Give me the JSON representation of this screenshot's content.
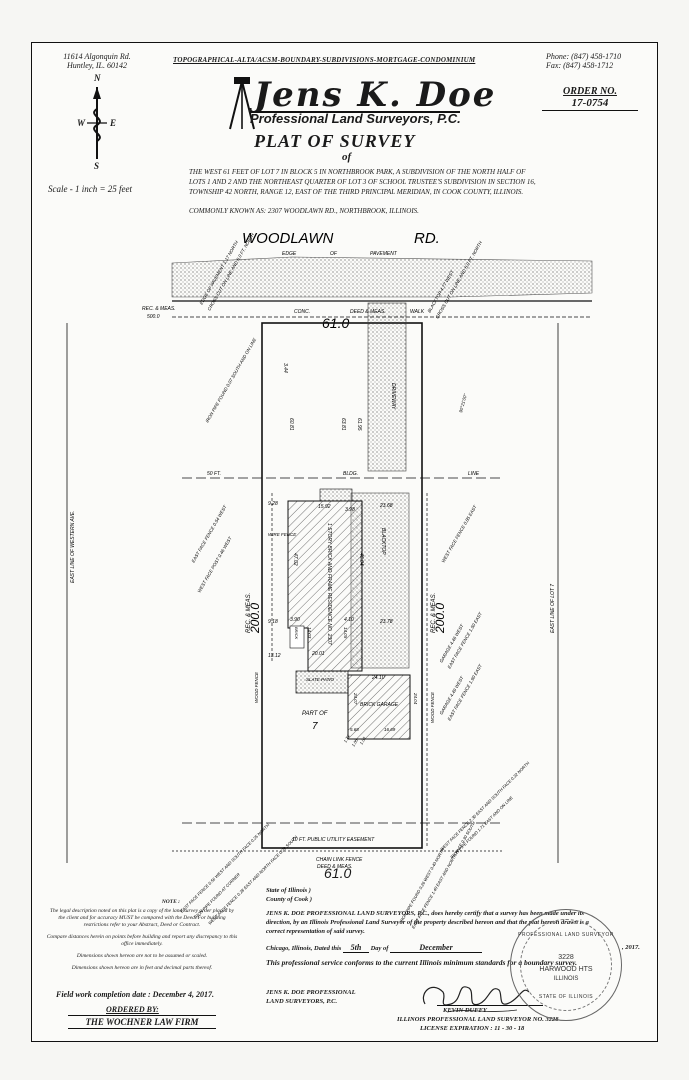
{
  "header": {
    "address_line1": "11614 Algonquin Rd.",
    "address_line2": "Huntley, IL. 60142",
    "topo_line": "TOPOGRAPHICAL-ALTA/ACSM-BOUNDARY-SUBDIVISIONS-MORTGAGE-CONDOMINIUM",
    "phone": "Phone: (847) 458-1710",
    "fax": "Fax: (847) 458-1712",
    "company_name": "Jens K. Doe",
    "company_sub": "Professional Land Surveyors, P.C.",
    "plat_title": "PLAT OF SURVEY",
    "of": "of",
    "order_label": "ORDER NO.",
    "order_number": "17-0754"
  },
  "compass": {
    "n": "N",
    "s": "S",
    "e": "E",
    "w": "W",
    "scale": "Scale - 1 inch = 25 feet"
  },
  "legal": {
    "line1": "THE WEST 61 FEET OF LOT 7 IN BLOCK 5 IN NORTHBROOK PARK, A SUBDIVISION OF THE NORTH HALF OF",
    "line2": "LOTS 1 AND 2 AND THE NORTHEAST QUARTER OF LOT 3 OF SCHOOL TRUSTEE'S SUBDIVISION IN SECTION 16,",
    "line3": "TOWNSHIP 42 NORTH, RANGE 12, EAST OF THE THIRD PRINCIPAL MERIDIAN, IN COOK COUNTY, ILLINOIS.",
    "common": "COMMONLY KNOWN AS: 2307 WOODLAWN RD., NORTHBROOK, ILLINOIS."
  },
  "plat": {
    "road_a": "WOODLAWN",
    "road_b": "RD.",
    "edge_of_pavement": [
      "EDGE",
      "OF",
      "PAVEMENT"
    ],
    "conc": "CONC.",
    "deed_meas": "DEED & MEAS.",
    "walk": "WALK",
    "front_width": "61.0",
    "rear_width": "61.0",
    "rec_meas": "REC. & MEAS.",
    "rec_500": "500.0",
    "side_depth": "200.0",
    "fifty_ft": "50 FT.",
    "bldg": "BLDG.",
    "line": "LINE",
    "driveway": "DRIVEWAY",
    "blacktop": "BLACKTOP",
    "residence": "1 STORY BRICK AND FRAME RESIDENCE NO. 2307",
    "slate_patio": "SLATE PATIO",
    "brick_garage": "BRICK GARAGE",
    "part_of": "PART OF",
    "lot_no": "7",
    "wire_fence": "WIRE FENCE",
    "wood_fence": "WOOD FENCE",
    "utility_easement": "10 FT. PUBLIC UTILITY EASEMENT",
    "chain_link": "CHAIN LINK FENCE",
    "west_line": "EAST LINE OF WESTERN AVE.",
    "east_line": "EAST LINE OF LOT 7",
    "brick": "BRICK",
    "dims": {
      "d344": "3.44",
      "d6081": "60.81",
      "d6381": "63.81",
      "d6195": "61.95",
      "d928": "9.28",
      "d1592": "15.92",
      "d398": "3.98",
      "d2368": "23.68",
      "d4702": "47.02",
      "d4604": "46.04",
      "d918": "9.18",
      "d390": "3.90",
      "d410": "4.10",
      "d2378": "23.78",
      "d1312": "13.12",
      "d2001": "20.01",
      "d2410": "24.10",
      "d2407": "24.07",
      "d2404": "24.04",
      "d568": "5.68",
      "d1669": "16.69",
      "d1403": "14.03",
      "d1405": "14.05"
    },
    "notes": {
      "edge_pav": "EDGE OF PAVEMENT 1.17 NORTH",
      "blacktop_west": "BLACKTOP 4.77 WEST",
      "cross_cut": "CROSS CUT ON LINE AND 5.0 FT. NORTH",
      "cross_cut_w": "CROSS CUT ON LINE AND 6.0 FT. NORTH",
      "iron_pipe_n": "IRON PIPE FOUND 0.07 SOUTH AND ON LINE",
      "east_face_fence": "EAST FACE FENCE 0.54 WEST",
      "west_face_post": "WEST FACE POST 0.46 WEST",
      "west_face_fence": "WEST FACE FENCE 0.85 EAST",
      "garage_446": "GARAGE 4.46 WEST",
      "east_face_150": "EAST FACE FENCE 1.50 EAST",
      "garage_449": "GARAGE 4.49 WEST",
      "east_face_190": "EAST FACE FENCE 1.90 EAST",
      "angle": "90°21'00\"",
      "se_fence": "WEST FACE FENCE 2.30 EAST AND SOUTH FACE 0.32 NORTH",
      "se_pipe": "IRON PIPE FOUND 1.71 EAST AND ON LINE",
      "sw_fence": "EAST FACE FENCE 0.56 WEST AND SOUTH FACE 0.25 NORTH",
      "sw_pipe": "IRON PIPE FOUND AT CORNER",
      "sw_fence2": "WEST FACE FENCE 0.28 EAST AND NORTH FACE 0.29 SOUTH",
      "s_pipe": "IRON PIPE FOUND 0.26 WEST 0.40 NORTH",
      "s_fence": "EAST FACE FENCE 1.40 EAST AND NORTH FACE 0.30 SOUTH",
      "n174": "1.74",
      "n1": "1.02",
      "n105": "1.05"
    }
  },
  "notes_block": {
    "title": "NOTE :",
    "n1": "The legal description noted on this plat is a copy of the land survey order placed by the client and for accuracy MUST be compared with the Deed. For building restrictions refer to your Abstract, Deed or Contract.",
    "n2": "Compare distances herein on points before building and report any discrepancy to this office immediately.",
    "n3": "Dimensions shown hereon are not to be assumed or scaled.",
    "n4": "Dimensions shown hereon are in feet and decimal parts thereof.",
    "field_date": "Field work completion date : December 4, 2017.",
    "ordered_by": "ORDERED BY:",
    "client": "THE WOCHNER LAW FIRM"
  },
  "cert": {
    "state": "State of Illinois )",
    "county": "County of Cook )",
    "body1": "JENS K. DOE PROFESSIONAL LAND SURVEYORS, P.C., does hereby certify that a survey has been made under its",
    "body2": "direction, by an Illinois Professional Land Surveyor of the property described hereon and that the plat hereon drawn is a",
    "body3": "correct representation of said survey.",
    "dated_prefix": "Chicago, Illinois, Dated this",
    "day": "5th",
    "day_of": "Day of",
    "month": "December",
    "year": ", 2017.",
    "conform": "This professional service conforms to the current Illinois minimum standards for a boundary survey.",
    "firm1": "JENS K. DOE PROFESSIONAL",
    "firm2": "LAND SURVEYORS, P.C.",
    "surveyor": "KEVIN DUFFY",
    "license": "ILLINOIS PROFESSIONAL LAND SURVEYOR NO. 3228",
    "expiration": "LICENSE EXPIRATION : 11 - 30 - 18",
    "seal_top": "PROFESSIONAL LAND SURVEYOR",
    "seal_num": "3228",
    "seal_city": "HARWOOD HTS",
    "seal_state": "ILLINOIS",
    "seal_bottom": "STATE OF ILLINOIS"
  }
}
